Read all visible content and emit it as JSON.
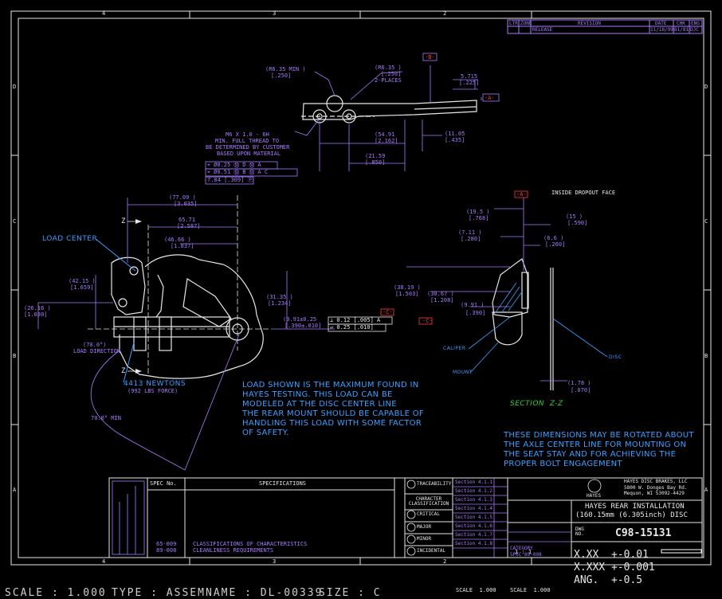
{
  "zone_numbers": {
    "top": [
      "4",
      "3",
      "2"
    ],
    "bottom": [
      "4",
      "3",
      "2"
    ]
  },
  "zone_letters": {
    "left": [
      "D",
      "C",
      "B",
      "A"
    ],
    "right": [
      "D",
      "C",
      "B",
      "A"
    ]
  },
  "revision": {
    "headers": [
      "LTR",
      "ZONE",
      "REVISION",
      "DATE",
      "CHK",
      "ENG"
    ],
    "row": [
      "",
      "",
      "RELEASE",
      "11/18/99",
      "B1/81",
      "DJC"
    ]
  },
  "top_view": {
    "r635": "(R6.35 MIN )",
    "r635b": "[.250]",
    "r635c": "(R6.35 )",
    "r635d": "[.250]",
    "two_places": "2-PLACES",
    "datum_b": "-B-",
    "d5715": "5.715",
    "d5715b": "[.225]",
    "datum_a": "-A-",
    "d5491": "(54.91",
    "d5491b": "[2.162]",
    "d2159": "(21.59",
    "d2159b": "[.850]",
    "d1105": "(11.05",
    "d1105b": "[.435]",
    "thread1": "M6 X 1.0 - 6H",
    "thread2": "MIN. FULL THREAD TO",
    "thread3": "BE DETERMINED BY CUSTOMER",
    "thread4": "BASED UPON MATERIAL",
    "fcf1": "⌖ Ø0.25 Ⓜ D Ⓜ A",
    "fcf2": "⌖ Ø0.51 Ⓜ B Ⓜ A C",
    "fcf3": "7.84 [.309] Ⓟ"
  },
  "main_view": {
    "load_center": "LOAD CENTER",
    "d7709": "(77.09 )",
    "d7709b": "[3.035]",
    "d6571": "65.71",
    "d6571b": "[2.587]",
    "d4666": "(46.66 )",
    "d4666b": "[1.837]",
    "d4215": "(42.15 )",
    "d4215b": "[1.659]",
    "d2616": "(26.16 )",
    "d2616b": "[1.030]",
    "d3135": "(31.35 )",
    "d3135b": "[1.234]",
    "d9991": "(9.91±0.25",
    "d9991b": "[.390±.010]",
    "dir1": "(70.0°)",
    "dir2": "LOAD DIRECTION",
    "newtons": "4413 NEWTONS",
    "newtons_b": "(992 LBS FORCE)",
    "angle": "70.0° MIN",
    "z": "Z",
    "datum_c": "-C-",
    "fcf_c1": "⊥ 0.12 [.005] A",
    "fcf_c2": "▱ 0.25 [.010]",
    "load_note": "LOAD SHOWN IS THE MAXIMUM FOUND IN\nHAYES TESTING. THIS LOAD CAN BE\nMODELED AT THE DISC CENTER LINE\nTHE REAR MOUNT SHOULD BE CAPABLE OF\nHANDLING THIS LOAD WITH SOME FACTOR\nOF SAFETY."
  },
  "section_view": {
    "datum_a": "-A-",
    "inside_face": "INSIDE DROPOUT FACE",
    "d195": "(19.5 )",
    "d195b": "[.768]",
    "d711": "(7.11 )",
    "d711b": "[.280]",
    "d15": "(15 )",
    "d15b": "[.590]",
    "d66": "(6.6 )",
    "d66b": "[.260]",
    "d3819": "(38.19 )",
    "d3819b": "[1.503]",
    "d3067": "(30.67 )",
    "d3067b": "[1.208]",
    "d991": "(9.91 )",
    "d991b": "[.390]",
    "datum_c": "-C-",
    "caliper": "CALIPER",
    "mount": "MOUNT",
    "disc": "DISC",
    "d178": "(1.78 )",
    "d178b": "[.070]",
    "section": "SECTION  Z-Z",
    "rotate_note": "THESE DIMENSIONS MAY BE ROTATED ABOUT\nTHE AXLE CENTER LINE FOR MOUNTING ON\nTHE SEAT STAY AND FOR ACHIEVING THE\nPROPER BOLT ENGAGEMENT"
  },
  "title_block": {
    "spec_no_header": "SPEC No.",
    "spec_header": "SPECIFICATIONS",
    "spec_nums": [
      "65-009",
      "89-008"
    ],
    "spec_rows": [
      "CLASSIFICATIONS OF CHARACTERISTICS",
      "CLEANLINESS REQUIREMENTS"
    ],
    "legend": [
      "TRACEABILITY",
      "CHARACTER CLASSIFICATION",
      "CRITICAL",
      "MAJOR",
      "MINOR",
      "INCIDENTAL"
    ],
    "sections": [
      "Section 4.1.1",
      "Section 4.1.2",
      "Section 4.1.3",
      "Section 4.1.4",
      "Section 4.1.5",
      "Section 4.1.6",
      "Section 4.1.7",
      "Section 4.1.8"
    ],
    "company": "HAYES DISC BRAKES, LLC",
    "address1": "5800 W. Donges Bay Rd.",
    "address2": "Mequon, WI 53092-4429",
    "logo_text": "HAYES",
    "title1": "HAYES REAR INSTALLATION",
    "title2": "(160.15mm (6.305inch) DISC",
    "dwg_no_label": "DWG NO.",
    "dwg_no": "C98-15131",
    "scale_label": "1 : 1",
    "category": "CATEGORY",
    "category_val": "SPEC 89-008",
    "tol1": "X.XX  +-0.01",
    "tol2": "X.XXX +-0.001",
    "tol3": "ANG.  +-0.5"
  },
  "status_bar": {
    "scale": "SCALE : 1.000",
    "type": "TYPE : ASSEM",
    "name": "NAME : DL-00339",
    "size": "SIZE : C",
    "scale2": "SCALE  1.000",
    "scale3": "SCALE  1.000"
  }
}
